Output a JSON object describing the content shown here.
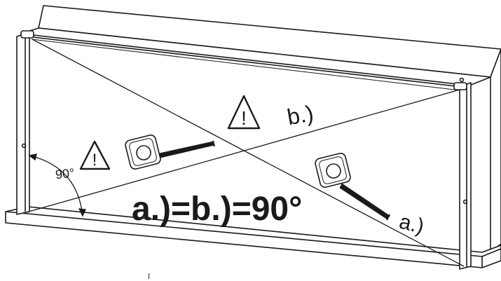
{
  "diagram": {
    "equation_label": "a.)=b.)=90°",
    "diagonal_a_label": "a.)",
    "diagonal_b_label": "b.)",
    "angle_label": "90°",
    "warning_symbol_1": "!",
    "warning_symbol_2": "!",
    "icons": {
      "warning": "warning-triangle-icon",
      "tape_measure": "tape-measure-icon"
    }
  }
}
